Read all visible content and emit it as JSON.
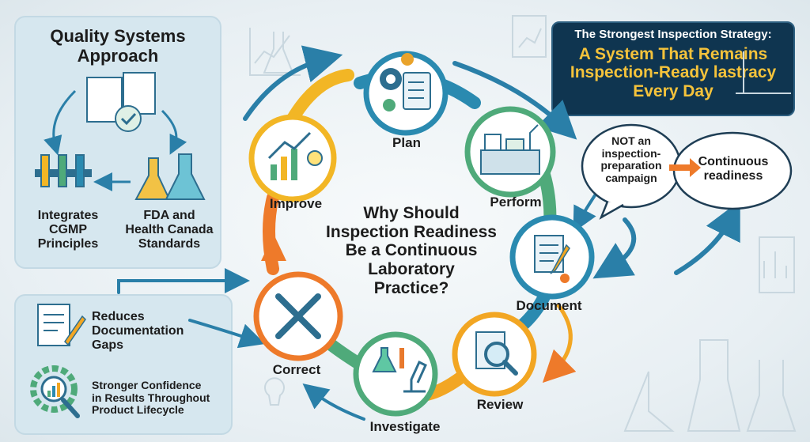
{
  "quality_panel": {
    "title_line1": "Quality Systems",
    "title_line2": "Approach",
    "left_label": [
      "Integrates",
      "CGMP",
      "Principles"
    ],
    "right_label": [
      "FDA and",
      "Health Canada",
      "Standards"
    ]
  },
  "benefits_panel": {
    "item1": [
      "Reduces",
      "Documentation",
      "Gaps"
    ],
    "item2": [
      "Stronger Confidence",
      "in Results Throughout",
      "Product Lifecycle"
    ]
  },
  "banner": {
    "line1": "The Strongest Inspection Strategy:",
    "line2": "A System That Remains",
    "line3": "Inspection-Ready lastracy",
    "line4": "Every Day"
  },
  "bubbles": {
    "not_campaign": [
      "NOT an",
      "inspection-",
      "preparation",
      "campaign"
    ],
    "continuous": [
      "Continuous",
      "readiness"
    ]
  },
  "center_question": [
    "Why Should",
    "Inspection Readiness",
    "Be a Continuous",
    "Laboratory",
    "Practice?"
  ],
  "cycle_steps": [
    {
      "label": "Plan",
      "color": "#2a8ab0"
    },
    {
      "label": "Perform",
      "color": "#4faa7a"
    },
    {
      "label": "Document",
      "color": "#2a8ab0"
    },
    {
      "label": "Review",
      "color": "#f2a623"
    },
    {
      "label": "Investigate",
      "color": "#4faa7a"
    },
    {
      "label": "Correct",
      "color": "#e8792d"
    },
    {
      "label": "Improve",
      "color": "#f2b625"
    }
  ],
  "icons": [
    "planning-gears-icon",
    "lab-bench-icon",
    "document-pen-icon",
    "magnifier-document-icon",
    "microscope-icon",
    "wrench-icon",
    "growth-chart-icon"
  ]
}
